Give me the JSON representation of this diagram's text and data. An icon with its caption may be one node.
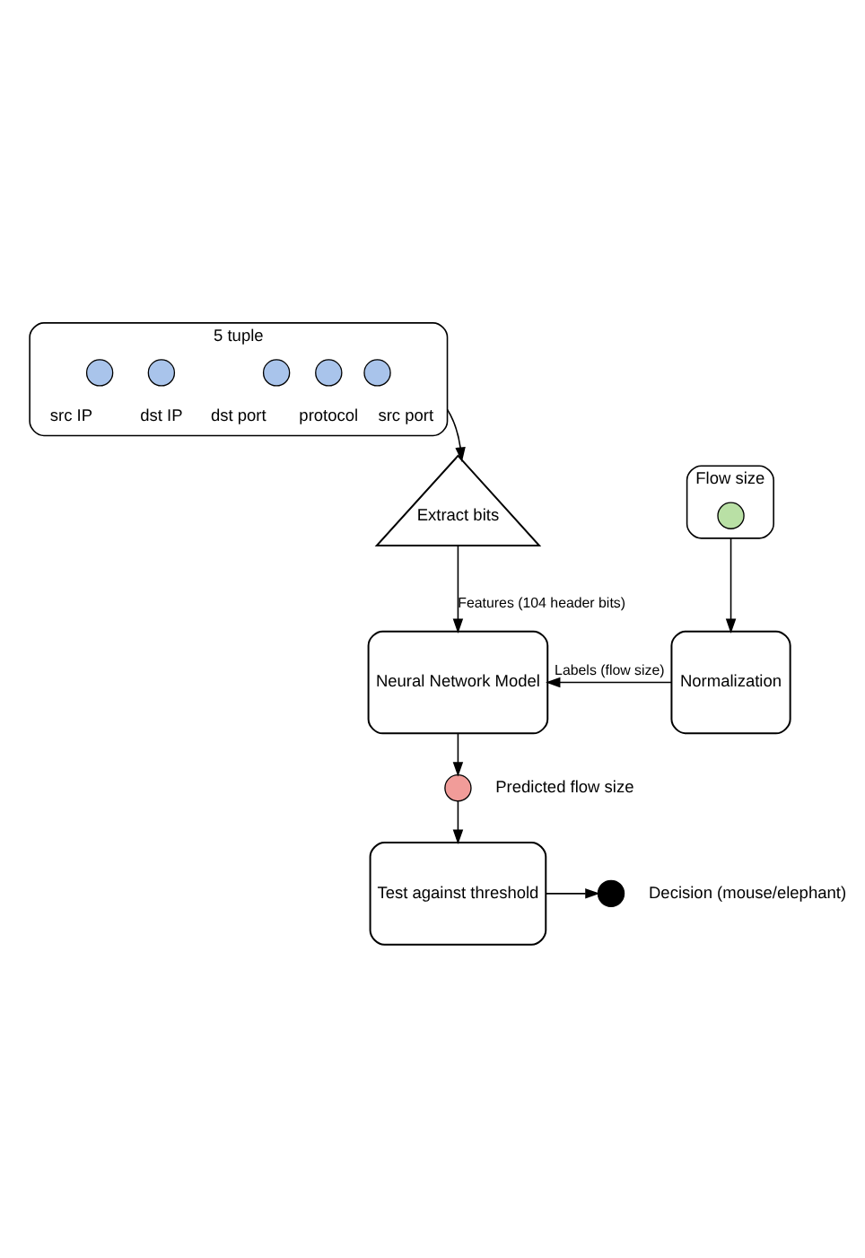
{
  "diagram": {
    "nodes": [
      {
        "text": [
          "5 tuple"
        ]
      },
      {
        "text": [],
        "shape": "circle",
        "beside": [
          "src IP"
        ],
        "in": 0
      },
      {
        "text": [],
        "shape": "circle",
        "beside": [
          "dst IP"
        ],
        "in": 0
      },
      {
        "text": [],
        "shape": "circle",
        "beside": [
          "src port"
        ],
        "in": 0
      },
      {
        "text": [],
        "shape": "circle",
        "beside": [
          "dst port"
        ],
        "in": 0
      },
      {
        "text": [],
        "shape": "circle",
        "beside": [
          "protocol"
        ],
        "in": 0
      },
      {
        "text": [
          "Extract bits"
        ]
      },
      {
        "text": [
          "Flow size"
        ]
      },
      {
        "text": [],
        "shape": "circle",
        "in": 7
      },
      {
        "text": [
          "Neural Network Model"
        ]
      },
      {
        "text": [
          "Normalization"
        ]
      },
      {
        "text": [],
        "shape": "circle",
        "beside": [
          "Predicted flow size"
        ]
      },
      {
        "text": [
          "Test against threshold"
        ]
      },
      {
        "text": [],
        "shape": "circle",
        "beside": [
          "Decision (mouse/elephant)"
        ]
      }
    ],
    "edges": [
      {
        "from": 0,
        "to": 6,
        "arrow": "to"
      },
      {
        "from": 6,
        "to": 9,
        "arrow": "to",
        "label": "Features (104 header bits)"
      },
      {
        "from": 7,
        "to": 10,
        "arrow": "to"
      },
      {
        "from": 10,
        "to": 9,
        "arrow": "to",
        "label": "Labels (flow size)"
      },
      {
        "from": 9,
        "to": 11,
        "arrow": "to"
      },
      {
        "from": 11,
        "to": 12,
        "arrow": "to"
      },
      {
        "from": 12,
        "to": 13,
        "arrow": "to"
      }
    ]
  }
}
